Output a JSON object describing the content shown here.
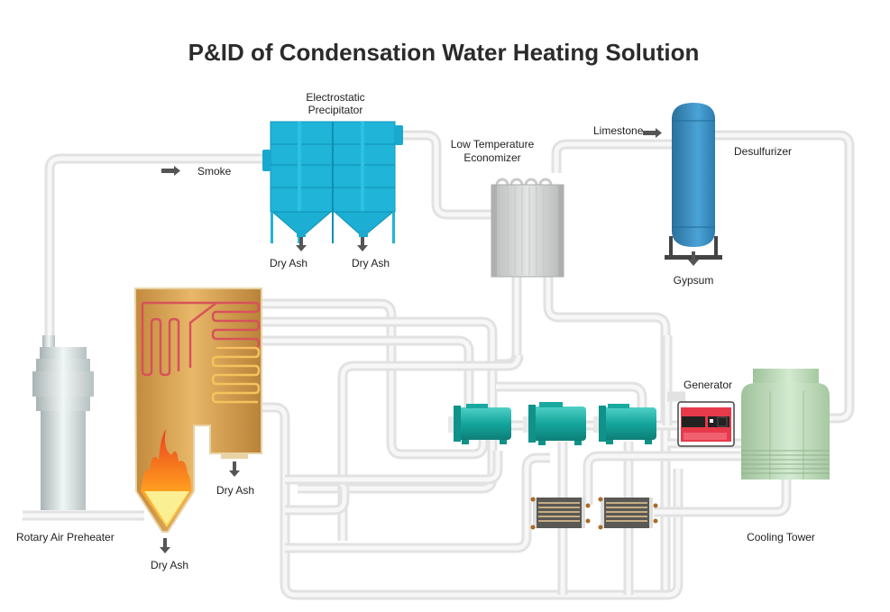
{
  "title": "P&ID of Condensation Water Heating Solution",
  "labels": {
    "electrostatic_precipitator_line1": "Electrostatic",
    "electrostatic_precipitator_line2": "Precipitator",
    "low_temp_economizer_line1": "Low Temperature",
    "low_temp_economizer_line2": "Economizer",
    "limestone": "Limestone",
    "desulfurizer": "Desulfurizer",
    "gypsum": "Gypsum",
    "smoke": "Smoke",
    "dry_ash_esp_left": "Dry Ash",
    "dry_ash_esp_right": "Dry Ash",
    "dry_ash_boiler_side": "Dry Ash",
    "dry_ash_boiler_bottom": "Dry Ash",
    "rotary_air_preheater": "Rotary Air Preheater",
    "generator": "Generator",
    "cooling_tower": "Cooling Tower"
  },
  "colors": {
    "pipe": "#e2e2e2",
    "esp": "#1bb3d6",
    "desulfurizer": "#3a8fbf",
    "boiler": "#d9a85a",
    "pump": "#1aa7a0",
    "generator": "#e33a4a",
    "cooling_tower": "#b7d6b3",
    "arrow": "#555555"
  }
}
